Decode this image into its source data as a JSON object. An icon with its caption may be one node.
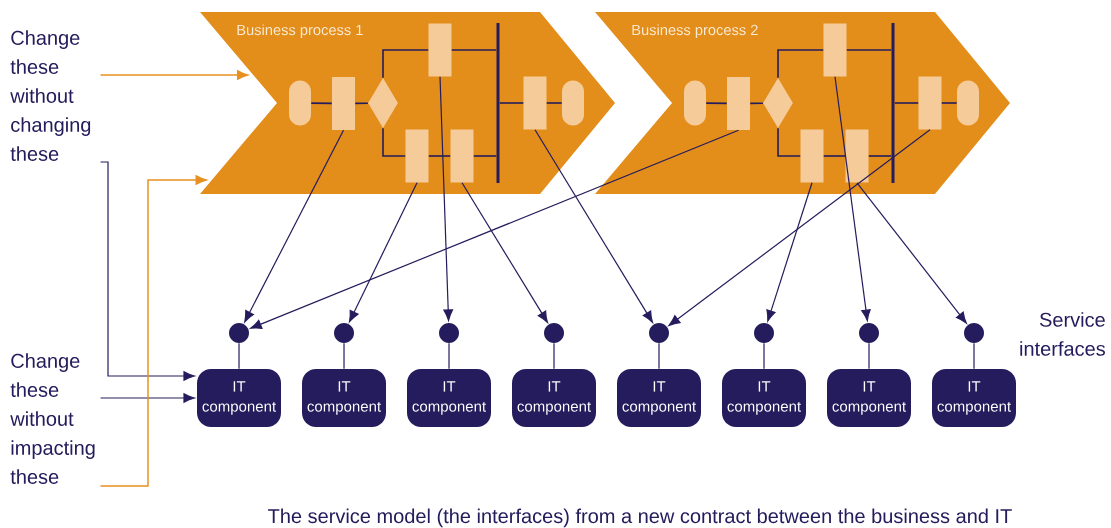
{
  "diagram": {
    "caption": "The service model (the interfaces) from a new contract between the business and IT",
    "nodes": [
      {
        "text": [
          "Change these without changing these"
        ]
      },
      {
        "text": [
          "Business process 1"
        ]
      },
      {
        "text": [],
        "shape": "oval",
        "in": 1
      },
      {
        "text": [],
        "shape": "box",
        "in": 1
      },
      {
        "text": [],
        "shape": "diamond",
        "in": 1
      },
      {
        "text": [],
        "shape": "box",
        "in": 1
      },
      {
        "text": [],
        "shape": "box",
        "in": 1
      },
      {
        "text": [],
        "shape": "box",
        "in": 1
      },
      {
        "text": [],
        "shape": "bar",
        "in": 1
      },
      {
        "text": [],
        "shape": "box",
        "in": 1
      },
      {
        "text": [],
        "shape": "oval",
        "in": 1
      },
      {
        "text": [
          "Business process 2"
        ]
      },
      {
        "text": [],
        "shape": "oval",
        "in": 11
      },
      {
        "text": [],
        "shape": "box",
        "in": 11
      },
      {
        "text": [],
        "shape": "diamond",
        "in": 11
      },
      {
        "text": [],
        "shape": "box",
        "in": 11
      },
      {
        "text": [],
        "shape": "box",
        "in": 11
      },
      {
        "text": [],
        "shape": "box",
        "in": 11
      },
      {
        "text": [],
        "shape": "bar",
        "in": 11
      },
      {
        "text": [],
        "shape": "box",
        "in": 11
      },
      {
        "text": [],
        "shape": "oval",
        "in": 11
      },
      {
        "text": [],
        "shape": "circle"
      },
      {
        "text": [],
        "shape": "circle"
      },
      {
        "text": [],
        "shape": "circle"
      },
      {
        "text": [],
        "shape": "circle"
      },
      {
        "text": [],
        "shape": "circle"
      },
      {
        "text": [],
        "shape": "circle"
      },
      {
        "text": [],
        "shape": "circle"
      },
      {
        "text": [],
        "shape": "circle"
      },
      {
        "text": [
          "IT component"
        ]
      },
      {
        "text": [
          "IT component"
        ]
      },
      {
        "text": [
          "IT component"
        ]
      },
      {
        "text": [
          "IT component"
        ]
      },
      {
        "text": [
          "IT component"
        ]
      },
      {
        "text": [
          "IT component"
        ]
      },
      {
        "text": [
          "IT component"
        ]
      },
      {
        "text": [
          "IT component"
        ]
      },
      {
        "text": [
          "Change these without impacting these"
        ]
      }
    ],
    "edges": [
      {
        "from": 2,
        "to": 3,
        "arrow": "none"
      },
      {
        "from": 3,
        "to": 4,
        "arrow": "none"
      },
      {
        "from": 4,
        "to": 5,
        "arrow": "none"
      },
      {
        "from": 4,
        "to": 6,
        "arrow": "none"
      },
      {
        "from": 6,
        "to": 7,
        "arrow": "none"
      },
      {
        "from": 5,
        "to": 8,
        "arrow": "none"
      },
      {
        "from": 7,
        "to": 8,
        "arrow": "none"
      },
      {
        "from": 8,
        "to": 9,
        "arrow": "none"
      },
      {
        "from": 9,
        "to": 10,
        "arrow": "none"
      },
      {
        "from": 12,
        "to": 13,
        "arrow": "none"
      },
      {
        "from": 13,
        "to": 14,
        "arrow": "none"
      },
      {
        "from": 14,
        "to": 15,
        "arrow": "none"
      },
      {
        "from": 14,
        "to": 16,
        "arrow": "none"
      },
      {
        "from": 16,
        "to": 17,
        "arrow": "none"
      },
      {
        "from": 15,
        "to": 18,
        "arrow": "none"
      },
      {
        "from": 17,
        "to": 18,
        "arrow": "none"
      },
      {
        "from": 18,
        "to": 19,
        "arrow": "none"
      },
      {
        "from": 19,
        "to": 20,
        "arrow": "none"
      },
      {
        "from": 3,
        "to": 21,
        "arrow": "to"
      },
      {
        "from": 6,
        "to": 22,
        "arrow": "to"
      },
      {
        "from": 5,
        "to": 23,
        "arrow": "to"
      },
      {
        "from": 7,
        "to": 24,
        "arrow": "to"
      },
      {
        "from": 9,
        "to": 25,
        "arrow": "to"
      },
      {
        "from": 13,
        "to": 21,
        "arrow": "to"
      },
      {
        "from": 16,
        "to": 26,
        "arrow": "to"
      },
      {
        "from": 15,
        "to": 27,
        "arrow": "to"
      },
      {
        "from": 17,
        "to": 28,
        "arrow": "to"
      },
      {
        "from": 19,
        "to": 25,
        "arrow": "to"
      },
      {
        "from": 21,
        "to": 29,
        "arrow": "none"
      },
      {
        "from": 22,
        "to": 30,
        "arrow": "none"
      },
      {
        "from": 23,
        "to": 31,
        "arrow": "none"
      },
      {
        "from": 24,
        "to": 32,
        "arrow": "none"
      },
      {
        "from": 25,
        "to": 33,
        "arrow": "none"
      },
      {
        "from": 26,
        "to": 34,
        "arrow": "none"
      },
      {
        "from": 27,
        "to": 35,
        "arrow": "none"
      },
      {
        "from": 28,
        "to": 36,
        "arrow": "none"
      },
      {
        "from": 0,
        "to": 1,
        "arrow": "to",
        "color": "#e8901e"
      },
      {
        "from": 0,
        "to": 29,
        "arrow": "to"
      },
      {
        "from": 37,
        "to": 29,
        "arrow": "to"
      },
      {
        "from": 37,
        "to": 1,
        "arrow": "to",
        "color": "#e8901e"
      }
    ],
    "labels": [
      "Service interfaces"
    ]
  }
}
